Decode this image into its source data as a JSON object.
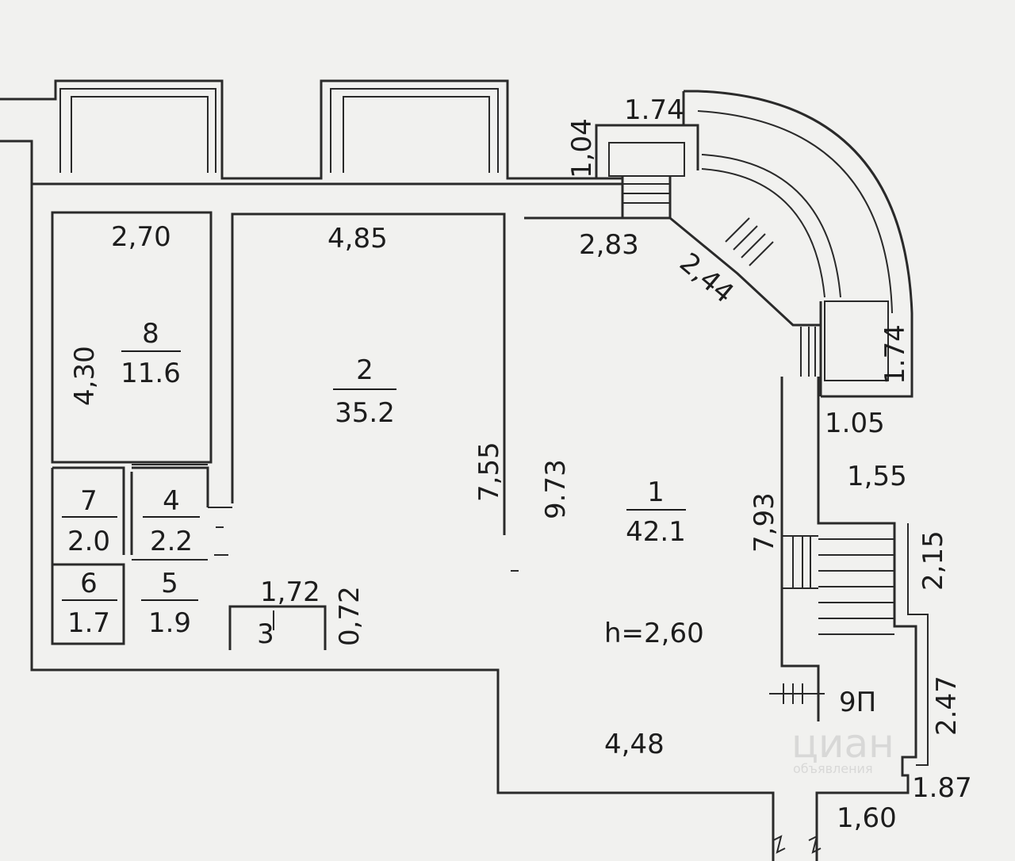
{
  "rooms": [
    {
      "number": "1",
      "area": "42.1"
    },
    {
      "number": "2",
      "area": "35.2"
    },
    {
      "number": "8",
      "area": "11.6"
    },
    {
      "number": "7",
      "area": "2.0"
    },
    {
      "number": "4",
      "area": "2.2"
    },
    {
      "number": "6",
      "area": "1.7"
    },
    {
      "number": "5",
      "area": "1.9"
    },
    {
      "number": "3",
      "area": ""
    }
  ],
  "special_rooms": {
    "stair_label": "9П"
  },
  "ceiling_height": "h=2,60",
  "dimensions": {
    "d_2_70": "2,70",
    "d_4_85": "4,85",
    "d_2_83": "2,83",
    "d_1_74_top": "1.74",
    "d_1_04": "1,04",
    "d_2_44": "2,44",
    "d_1_74_right": "1.74",
    "d_1_05": "1.05",
    "d_1_55": "1,55",
    "d_2_15": "2,15",
    "d_2_47": "2.47",
    "d_1_87": "1.87",
    "d_1_60": "1,60",
    "d_4_48": "4,48",
    "d_7_93": "7,93",
    "d_9_73": "9.73",
    "d_7_55": "7,55",
    "d_4_30": "4,30",
    "d_1_72": "1,72",
    "d_0_72": "0,72"
  },
  "watermark": {
    "brand": "циан",
    "sub": "объявления"
  }
}
